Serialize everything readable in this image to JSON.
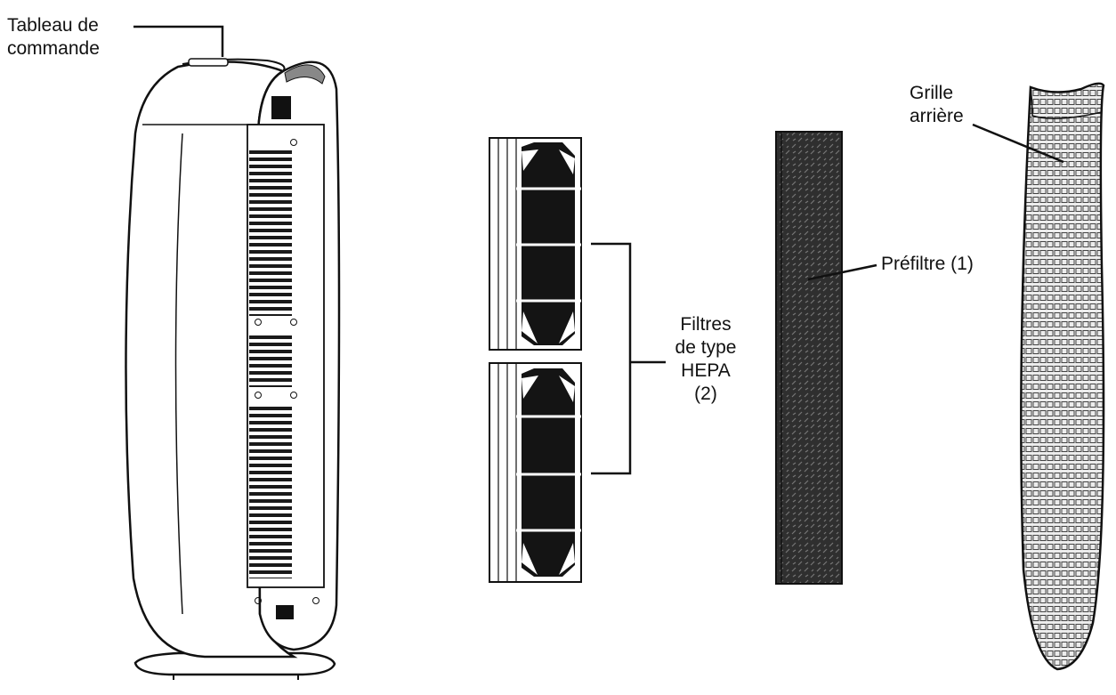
{
  "labels": {
    "control_panel": [
      "Tableau de",
      "commande"
    ],
    "hepa_filters": [
      "Filtres",
      "de type",
      "HEPA",
      "(2)"
    ],
    "prefilter": "Préfiltre (1)",
    "rear_grille": [
      "Grille",
      "arrière"
    ]
  },
  "colors": {
    "ink": "#111111",
    "filter_dark": "#141414",
    "prefilter_fill": "#2f2f2f",
    "grille_bg": "#e9e9e9"
  }
}
